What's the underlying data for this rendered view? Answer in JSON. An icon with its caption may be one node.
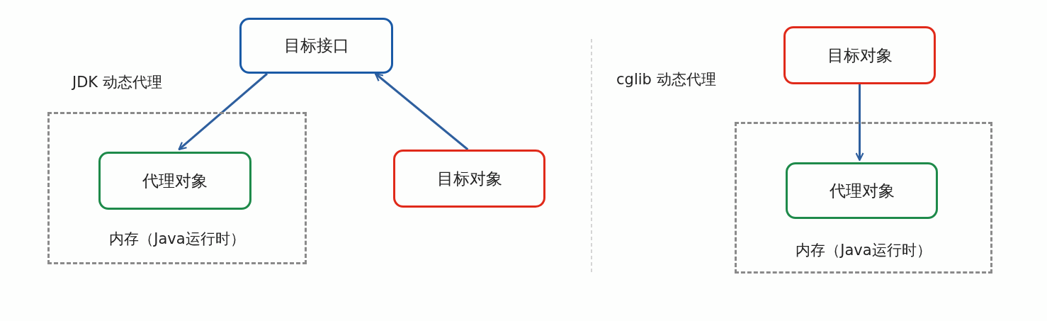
{
  "diagram": {
    "nodes": [
      {
        "text": [
          "目标接口"
        ]
      },
      {
        "text": [
          "内存（Java运行时）"
        ]
      },
      {
        "text": [
          "代理对象"
        ],
        "in": 1
      },
      {
        "text": [
          "目标对象"
        ]
      },
      {
        "text": [
          "目标对象"
        ]
      },
      {
        "text": [
          "内存（Java运行时）"
        ]
      },
      {
        "text": [
          "代理对象"
        ],
        "in": 5
      }
    ],
    "edges": [
      {
        "from": 0,
        "to": 2,
        "arrow": "to"
      },
      {
        "from": 3,
        "to": 0,
        "arrow": "to"
      },
      {
        "from": 4,
        "to": 6,
        "arrow": "to"
      }
    ],
    "labels": [
      "JDK 动态代理",
      "cglib 动态代理"
    ]
  }
}
